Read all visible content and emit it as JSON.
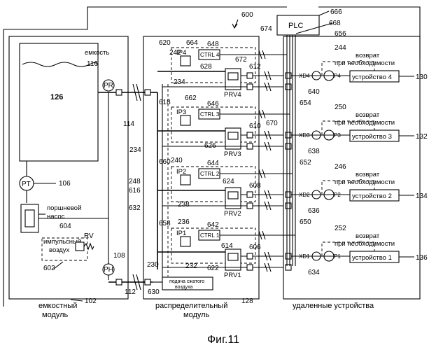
{
  "figure_label": "Фиг.11",
  "system_ref": "600",
  "plc": {
    "label": "PLC",
    "ref": "666"
  },
  "tank_module": {
    "label_line1": "емкостный",
    "label_line2": "модуль",
    "ref": "102",
    "tank_label": "емкость",
    "tank_ref": "126",
    "tank_port_ref": "116",
    "pressure_transmitter": "PT",
    "pt_ref": "106",
    "pump_line1": "поршневой",
    "pump_line2": "насос",
    "pump_ref": "604",
    "pulse_air_line1": "импульсный",
    "pulse_air_line2": "воздух",
    "pulse_ref": "602",
    "relief_valve": "RV",
    "gauge_top": "PR",
    "gauge_bottom": "PH",
    "supply_ref": "114",
    "return_ref": "112",
    "port_ref": "108"
  },
  "distribution_module": {
    "label_line1": "распределительный",
    "label_line2": "модуль",
    "ref": "128",
    "compressed_air_line1": "подача сжатого",
    "compressed_air_line2": "воздуха",
    "compressed_air_ref": "630",
    "refs": {
      "r242": "242",
      "r234a": "234",
      "r234b": "234",
      "r248": "248",
      "r616": "616",
      "r632": "632",
      "r230": "230",
      "r232": "232",
      "r240": "240",
      "r238": "238",
      "r236": "236"
    },
    "channels": [
      {
        "ip": "IP4",
        "ctrl": "CTRL 4",
        "prv": "PRV4",
        "ip_ref": "620",
        "r664": "664",
        "ctrl_ref": "648",
        "prv_ref": "612",
        "r628": "628",
        "r672": "672"
      },
      {
        "ip": "IP3",
        "ctrl": "CTRL 3",
        "prv": "PRV3",
        "ip_ref": "618",
        "r662": "662",
        "ctrl_ref": "646",
        "prv_ref": "610",
        "r626": "626",
        "r670": "670"
      },
      {
        "ip": "IP2",
        "ctrl": "CTRL 2",
        "prv": "PRV2",
        "ip_ref": "660",
        "ctrl_ref": "644",
        "prv_ref": "608",
        "r624": "624"
      },
      {
        "ip": "IP1",
        "ctrl": "CTRL 1",
        "prv": "PRV1",
        "ip_ref": "658",
        "ctrl_ref": "642",
        "prv_ref": "606",
        "r614": "614",
        "r622": "622"
      }
    ]
  },
  "remote": {
    "label": "удаленные устройства",
    "return_line1": "возврат",
    "return_line2": "при необходимости",
    "devices": [
      {
        "label": "устройство 4",
        "ref": "130",
        "xd": "XD4",
        "p": "P4",
        "line_ref": "244",
        "sensor_ref": "640",
        "ctrl_line_ref": "654"
      },
      {
        "label": "устройство 3",
        "ref": "132",
        "xd": "XD3",
        "p": "P3",
        "line_ref": "250",
        "sensor_ref": "638",
        "ctrl_line_ref": "652"
      },
      {
        "label": "устройство 2",
        "ref": "134",
        "xd": "XD2",
        "p": "P2",
        "line_ref": "246",
        "sensor_ref": "636",
        "ctrl_line_ref": "650"
      },
      {
        "label": "устройство 1",
        "ref": "136",
        "xd": "XD1",
        "p": "P1",
        "line_ref": "252",
        "sensor_ref": "634"
      }
    ]
  },
  "top_refs": {
    "r674": "674",
    "r668": "668",
    "r656": "656"
  }
}
